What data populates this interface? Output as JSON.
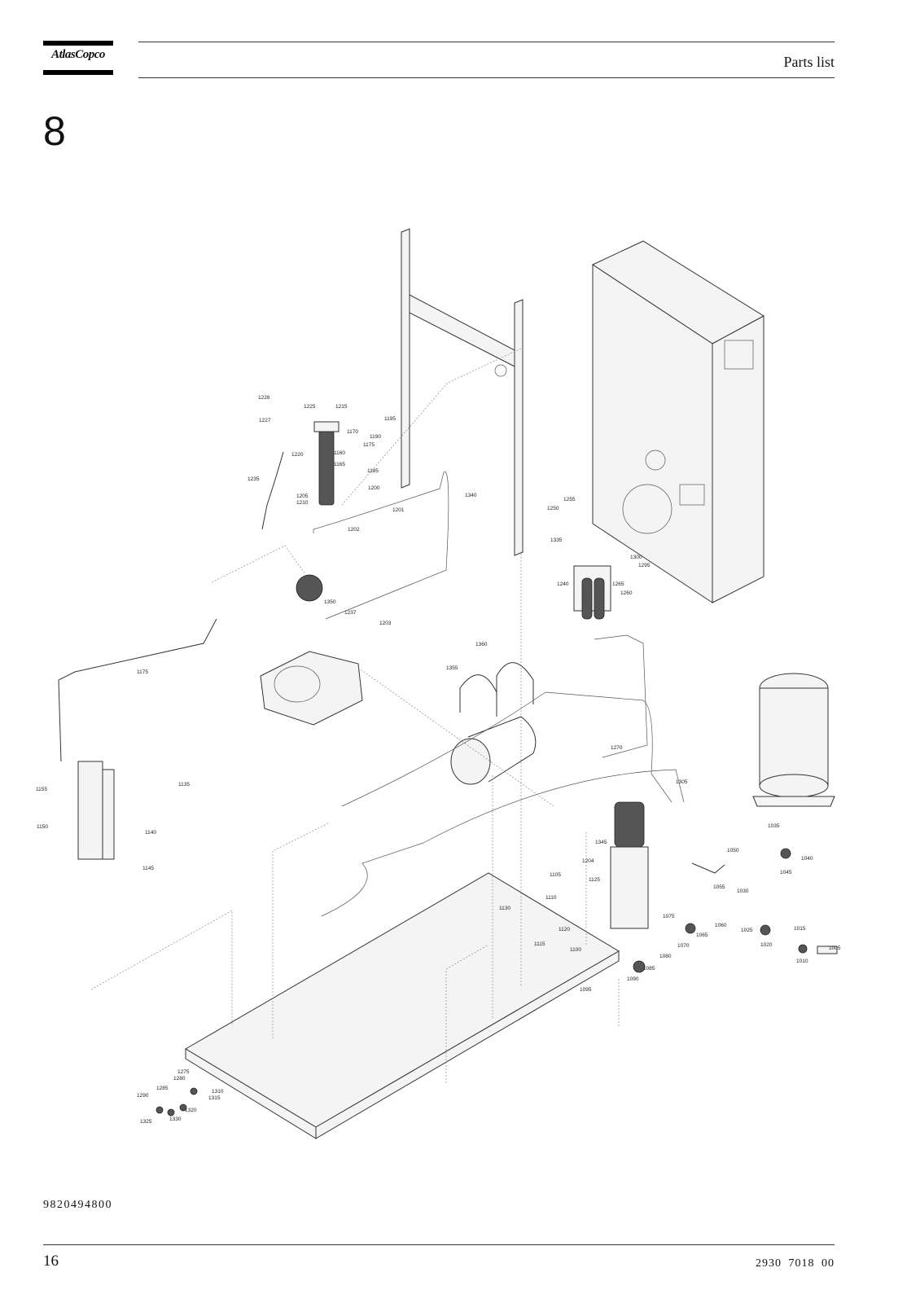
{
  "header": {
    "logo_text": "AtlasCopco",
    "title": "Parts list"
  },
  "section_number": "8",
  "footer": {
    "doc_number": "9820494800",
    "page_number": "16",
    "doc_code": "2930 7018 00"
  },
  "callouts": [
    "1226",
    "1225",
    "1215",
    "1227",
    "1170",
    "1195",
    "1190",
    "1220",
    "1160",
    "1175",
    "1185",
    "1165",
    "1235",
    "1205",
    "1210",
    "1200",
    "1201",
    "1340",
    "1202",
    "1255",
    "1250",
    "1335",
    "1300",
    "1295",
    "1240",
    "1265",
    "1260",
    "1350",
    "1237",
    "1203",
    "1175",
    "1360",
    "1355",
    "1270",
    "1305",
    "1155",
    "1135",
    "1150",
    "1140",
    "1145",
    "1035",
    "1040",
    "1045",
    "1050",
    "1345",
    "1204",
    "1105",
    "1125",
    "1055",
    "1030",
    "1110",
    "1130",
    "1075",
    "1060",
    "1025",
    "1015",
    "1120",
    "1065",
    "1020",
    "1005",
    "1115",
    "1100",
    "1070",
    "1080",
    "1010",
    "1085",
    "1095",
    "1090",
    "1275",
    "1280",
    "1310",
    "1315",
    "1290",
    "1285",
    "1320",
    "1325",
    "1330"
  ]
}
